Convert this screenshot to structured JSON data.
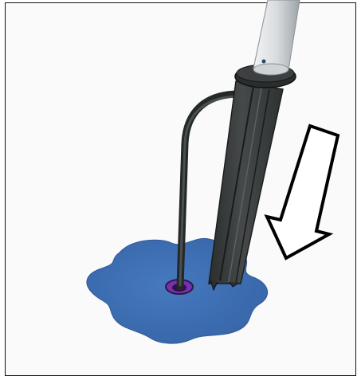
{
  "diagram": {
    "colors": {
      "background": "#fafafa",
      "border": "#111111",
      "puddle": "#3f6fb3",
      "puddle_edge": "#2f5a98",
      "hole": "#7a2fb0",
      "tool_body": "#3a3d3d",
      "tool_highlight": "#5a5e5e",
      "tube": "#3b3f3f",
      "rod": "#d9dcdf",
      "arrow_fill": "#ffffff",
      "arrow_stroke": "#000000"
    },
    "elements": [
      "puddle",
      "hole",
      "bent-tube",
      "collar-ring",
      "probe-body",
      "rod",
      "down-arrow"
    ]
  }
}
